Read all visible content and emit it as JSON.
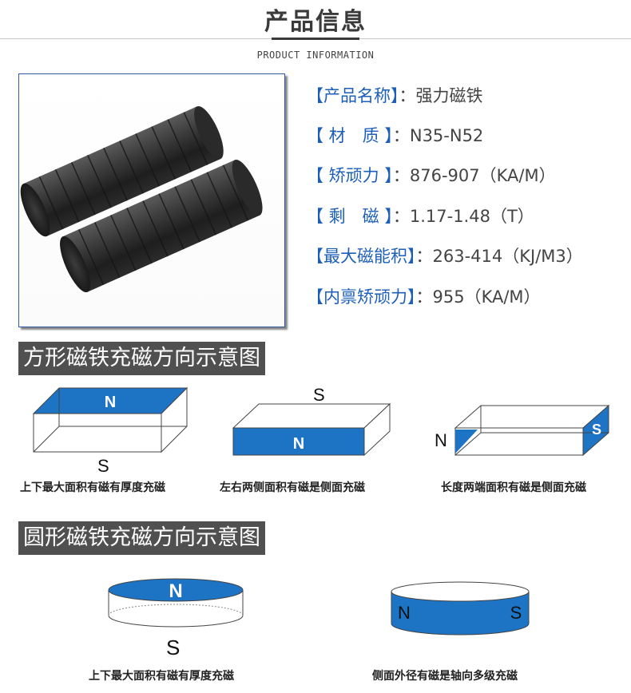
{
  "header": {
    "title": "产品信息",
    "subtitle": "PRODUCT INFORMATION"
  },
  "specs": [
    {
      "label": "【产品名称】",
      "value": "：强力磁铁"
    },
    {
      "label": "【 材　质 】",
      "value": "：N35-N52"
    },
    {
      "label": "【 矫顽力 】",
      "value": "：876-907（KA/M）"
    },
    {
      "label": "【 剩　磁 】",
      "value": "：1.17-1.48（T）"
    },
    {
      "label": "【最大磁能积】",
      "value": "：263-414（KJ/M3）"
    },
    {
      "label": "【内禀矫顽力】",
      "value": "：955（KA/M）"
    }
  ],
  "square_section": {
    "banner": "方形磁铁充磁方向示意图",
    "diagrams": [
      {
        "caption": "上下最大面积有磁有厚度充磁",
        "pole_a": "N",
        "pole_b": "S"
      },
      {
        "caption": "左右两侧面积有磁是侧面充磁",
        "pole_a": "N",
        "pole_b": "S"
      },
      {
        "caption": "长度两端面积有磁是侧面充磁",
        "pole_a": "N",
        "pole_b": "S"
      }
    ]
  },
  "round_section": {
    "banner": "圆形磁铁充磁方向示意图",
    "diagrams": [
      {
        "caption": "上下最大面积有磁有厚度充磁",
        "pole_a": "N",
        "pole_b": "S"
      },
      {
        "caption": "侧面外径有磁是轴向多级充磁",
        "pole_a": "N",
        "pole_b": "S"
      }
    ]
  },
  "colors": {
    "accent": "#1d73c4",
    "label_blue": "#1d5fb8",
    "banner_bg": "#505050"
  }
}
